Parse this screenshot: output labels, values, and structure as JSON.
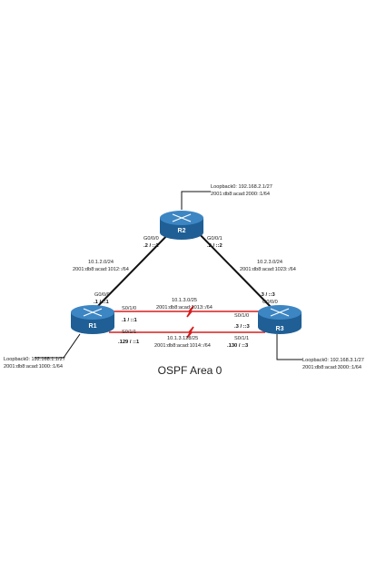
{
  "routers": {
    "r1": {
      "name": "R1",
      "loopback": "Loopback0: 192.168.1.1/27",
      "loopback_v6": "2001:db8:acad:1000::1/64"
    },
    "r2": {
      "name": "R2",
      "loopback": "Loopback0: 192.168.2.1/27",
      "loopback_v6": "2001:db8:acad:2000::1/64"
    },
    "r3": {
      "name": "R3",
      "loopback": "Loopback0: 192.168.3.1/27",
      "loopback_v6": "2001:db8:acad:3000::1/64"
    }
  },
  "links": {
    "r1_r2": {
      "network": "10.1.2.0/24",
      "network_v6": "2001:db8:acad:1012::/64",
      "r2_if": "G0/0/0",
      "r2_addr": ".2 / ::2",
      "r1_if": "G0/0/0",
      "r1_addr": ".1 / ::1"
    },
    "r2_r3": {
      "network": "10.2.3.0/24",
      "network_v6": "2001:db8:acad:1023::/64",
      "r2_if": "G0/0/1",
      "r2_addr": ".2 / ::2",
      "r3_addr": ".3 / ::3",
      "r3_if": "G0/0/0"
    },
    "r1_r3_a": {
      "network": "10.1.3.0/25",
      "network_v6": "2001:db8:acad:1013::/64",
      "r1_if": "S0/1/0",
      "r1_addr": ".1 / ::1",
      "r3_if": "S0/1/0",
      "r3_addr": ".3 / ::3"
    },
    "r1_r3_b": {
      "network": "10.1.3.128/25",
      "network_v6": "2001:db8:acad:1014::/64",
      "r1_if": "S0/1/1",
      "r1_addr": ".129 / ::1",
      "r3_if": "S0/1/1",
      "r3_addr": ".130 / ::3"
    }
  },
  "area_label": "OSPF Area 0",
  "colors": {
    "router_top": "#3d86c4",
    "router_body": "#1f5f95",
    "ethernet": "#111111",
    "serial": "#d81e1e"
  }
}
